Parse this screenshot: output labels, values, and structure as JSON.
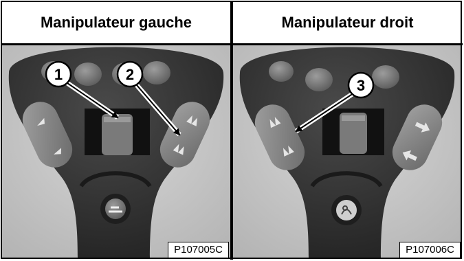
{
  "panels": {
    "left": {
      "title": "Manipulateur gauche",
      "photo_code": "P107005C",
      "callouts": [
        "1",
        "2"
      ]
    },
    "right": {
      "title": "Manipulateur droit",
      "photo_code": "P107006C",
      "callouts": [
        "3"
      ]
    }
  },
  "colors": {
    "frame": "#000000",
    "background": "#c9c9c9",
    "joystick_body": "#3a3a3a",
    "button": "#8a8a8a",
    "callout_fill": "#ffffff"
  }
}
